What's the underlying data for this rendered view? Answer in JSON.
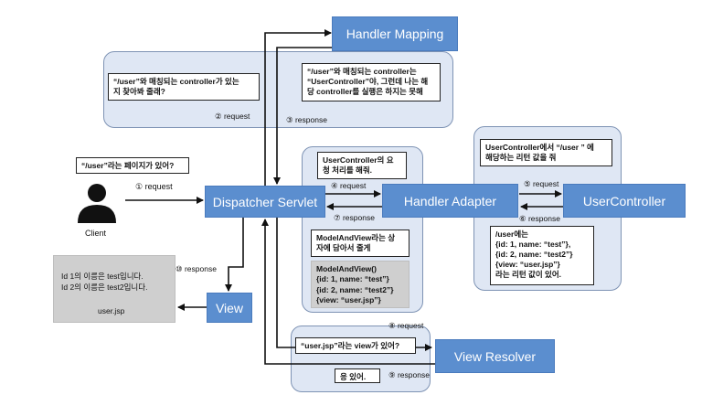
{
  "nodes": {
    "handler_mapping": "Handler Mapping",
    "dispatcher_servlet": "Dispatcher Servlet",
    "handler_adapter": "Handler Adapter",
    "user_controller": "UserController",
    "view": "View",
    "view_resolver": "View Resolver"
  },
  "client": {
    "label": "Client",
    "bubble": "“/user”라는 페이지가 있어?"
  },
  "notes": {
    "hm_question": "“/user”와 매칭되는 controller가 있는\n지 찾아봐 줄래?",
    "hm_answer": "“/user”와 매칭되는 controller는\n“UserController”야, 그런데 나는 해\n당 controller를 실행은 하지는 못해",
    "ha_request": "UserController의 요\n청 처리를 해줘.",
    "ha_response": "ModelAndView라는 상\n자에 담아서 줄게",
    "uc_request": "UserController에서 “/user ” 에\n해당하는 리턴 값을 줘",
    "uc_response": "/user에는\n{id: 1, name: “test”},\n{id: 2, name: “test2”}\n{view: “user.jsp”}\n라는 리턴 값이 있어.",
    "vr_request": "“user.jsp”라는 view가 있어?",
    "vr_response": "응 있어."
  },
  "mav_box": "ModelAndView()\n{id: 1, name: “test”}\n{id: 2, name: “test2”}\n{view: “user.jsp”}",
  "jsp_box": {
    "text": "Id 1의 이름은 test입니다.\nId 2의 이름은 test2입니다.",
    "file": "user.jsp"
  },
  "steps": {
    "s1": "① request",
    "s2": "② request",
    "s3": "③ response",
    "s4": "④ request",
    "s5": "⑤ request",
    "s6": "⑥ response",
    "s7": "⑦ response",
    "s8": "⑧ request",
    "s9": "⑨ response",
    "s10": "⑩ response"
  },
  "colors": {
    "node": "#5b8ecf",
    "panel": "#dfe7f4",
    "panel_border": "#7e93b4",
    "gray_box": "#cfcfcf"
  }
}
